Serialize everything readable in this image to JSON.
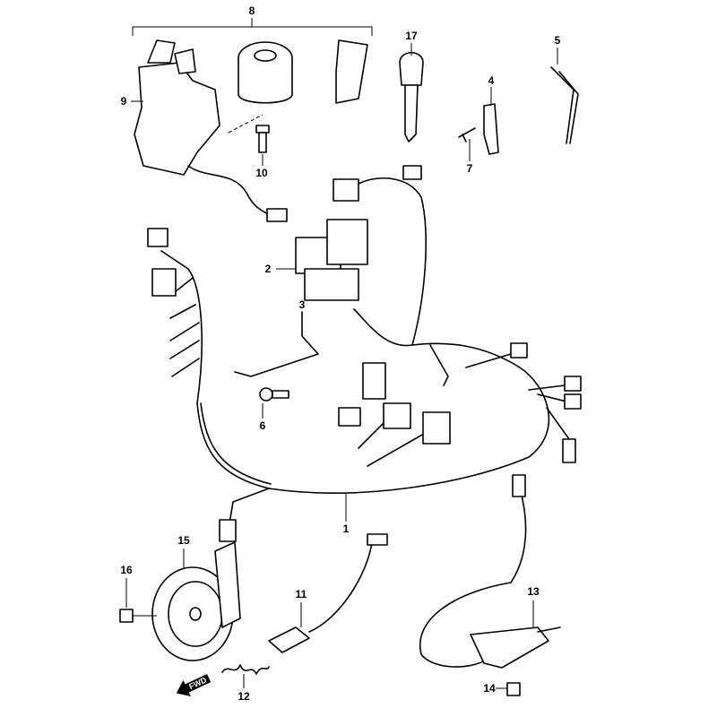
{
  "callouts": {
    "c1": "1",
    "c2": "2",
    "c3": "3",
    "c4": "4",
    "c5": "5",
    "c6": "6",
    "c7": "7",
    "c8": "8",
    "c9": "9",
    "c10": "10",
    "c11": "11",
    "c12": "12",
    "c13": "13",
    "c14": "14",
    "c15": "15",
    "c16": "16",
    "c17": "17"
  },
  "direction_arrow": "FWD"
}
